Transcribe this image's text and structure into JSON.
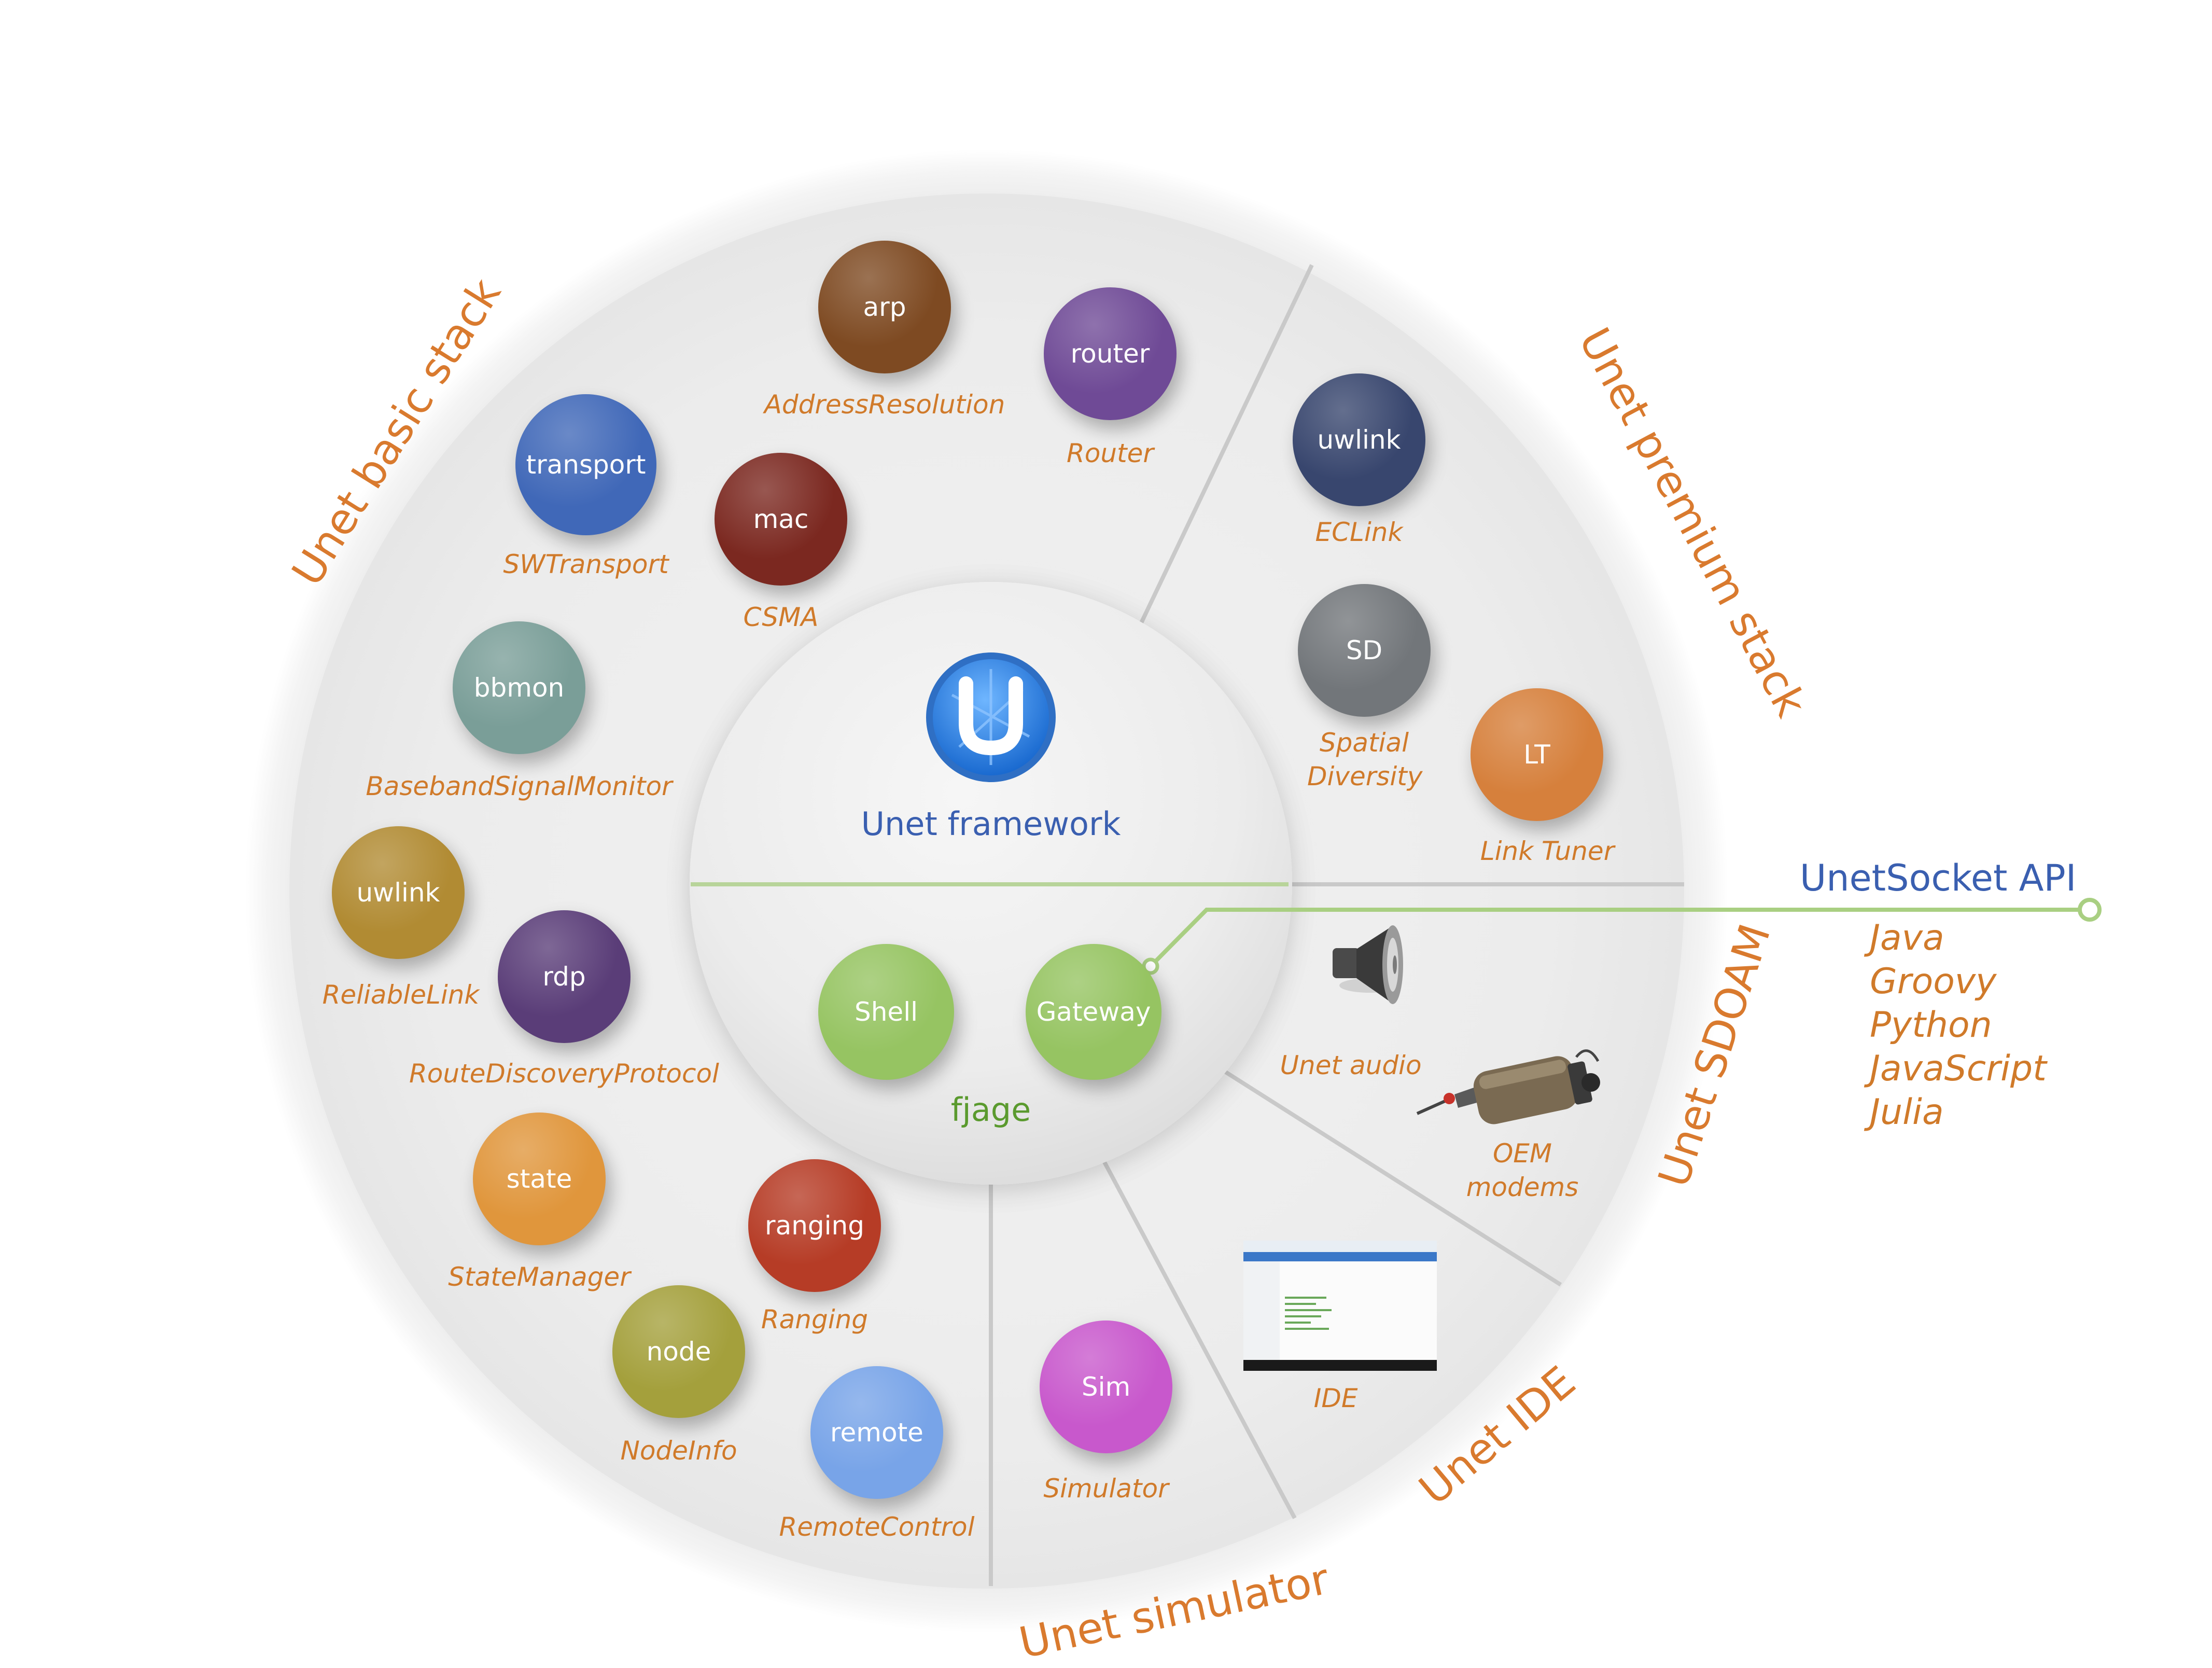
{
  "center": {
    "framework_label": "Unet framework",
    "logo_letter": "U",
    "fjage_label": "fjage",
    "shell": {
      "label": "Shell",
      "color": "#96c462"
    },
    "gateway": {
      "label": "Gateway",
      "color": "#96c462"
    }
  },
  "sectors": {
    "basic": "Unet basic stack",
    "premium": "Unet premium stack",
    "sdoam": "Unet SDOAM",
    "ide": "Unet IDE",
    "simulator": "Unet simulator"
  },
  "api": {
    "title": "UnetSocket API",
    "languages": [
      "Java",
      "Groovy",
      "Python",
      "JavaScript",
      "Julia"
    ]
  },
  "modules": {
    "arp": {
      "label": "arp",
      "caption": "AddressResolution",
      "color": "#7e4a22"
    },
    "router": {
      "label": "router",
      "caption": "Router",
      "color": "#6f4a96"
    },
    "transport": {
      "label": "transport",
      "caption": "SWTransport",
      "color": "#4068b8"
    },
    "mac": {
      "label": "mac",
      "caption": "CSMA",
      "color": "#7b2820"
    },
    "bbmon": {
      "label": "bbmon",
      "caption": "BasebandSignalMonitor",
      "color": "#7a9e98"
    },
    "uwlink": {
      "label": "uwlink",
      "caption": "ReliableLink",
      "color": "#b18b33"
    },
    "rdp": {
      "label": "rdp",
      "caption": "RouteDiscoveryProtocol",
      "color": "#5a3d78"
    },
    "state": {
      "label": "state",
      "caption": "StateManager",
      "color": "#e0963c"
    },
    "ranging": {
      "label": "ranging",
      "caption": "Ranging",
      "color": "#b63c26"
    },
    "node": {
      "label": "node",
      "caption": "NodeInfo",
      "color": "#a4a03c"
    },
    "remote": {
      "label": "remote",
      "caption": "RemoteControl",
      "color": "#78a4e8"
    },
    "uwlink2": {
      "label": "uwlink",
      "caption": "ECLink",
      "color": "#38466e"
    },
    "sd": {
      "label": "SD",
      "caption": "Spatial Diversity",
      "color": "#72767a"
    },
    "lt": {
      "label": "LT",
      "caption": "Link Tuner",
      "color": "#d6803c"
    },
    "sim": {
      "label": "Sim",
      "caption": "Simulator",
      "color": "#c858cc"
    }
  },
  "items": {
    "audio": "Unet audio",
    "modems": "OEM modems",
    "ide": "IDE"
  },
  "colors": {
    "caption": "#d07a2a",
    "sector_label": "#d97a2e",
    "api_blue": "#3a5fb0",
    "fjage_green": "#5a9a2e",
    "connector_green": "#a9cf82"
  }
}
